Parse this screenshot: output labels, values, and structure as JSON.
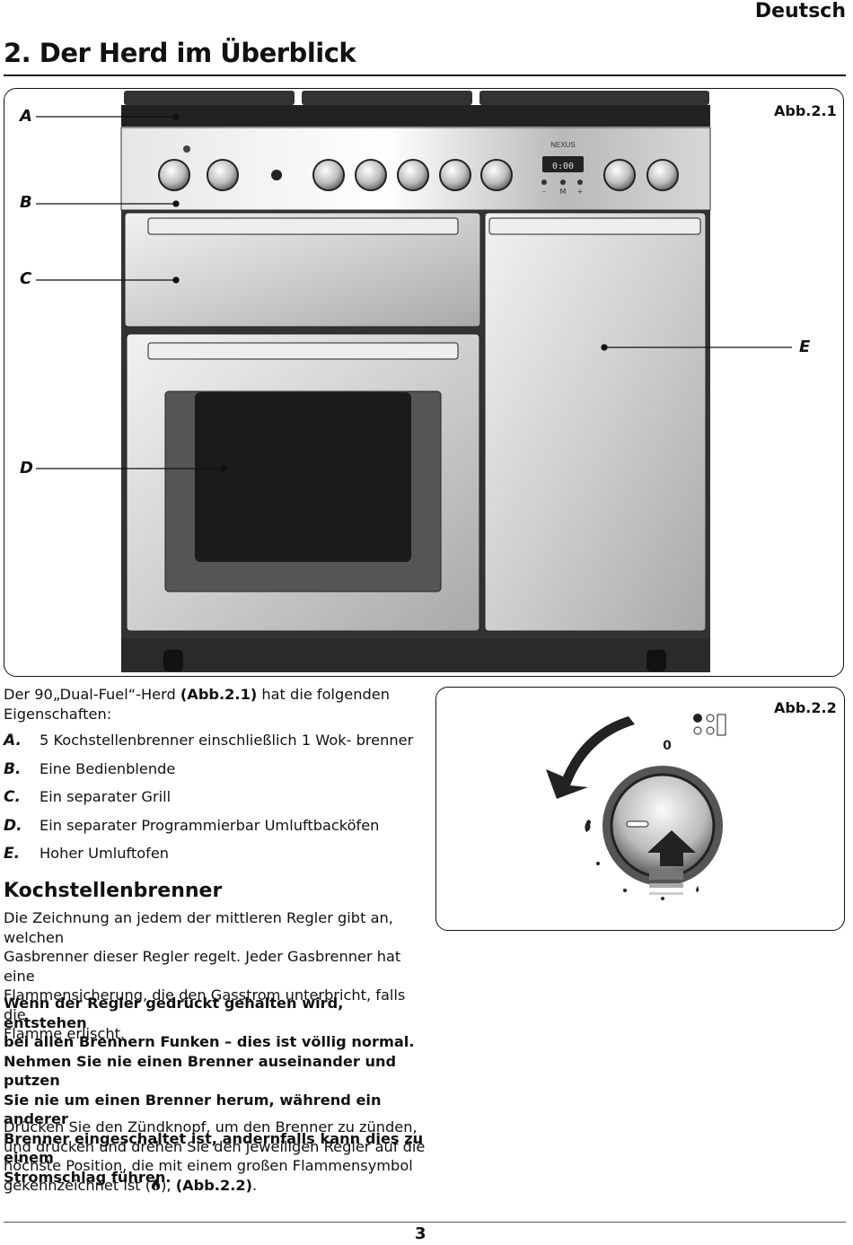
{
  "header": {
    "language": "Deutsch",
    "section_title": "2.  Der Herd im Überblick"
  },
  "figure1": {
    "label": "Abb.2.1",
    "callouts": [
      "A",
      "B",
      "C",
      "D",
      "E"
    ],
    "brand": "NEXUS",
    "display": "0:00",
    "display_buttons": [
      "–",
      "M",
      "+"
    ]
  },
  "figure2": {
    "label": "Abb.2.2",
    "zero": "0"
  },
  "intro": {
    "lead": "Der 90„Dual-Fuel“-Herd ",
    "ref": "(Abb.2.1)",
    "tail": " hat die folgenden",
    "line2": "Eigenschaften:"
  },
  "features": [
    {
      "letter": "A.",
      "text": "5 Kochstellenbrenner einschließlich 1 Wok- brenner"
    },
    {
      "letter": "B.",
      "text": "Eine Bedienblende"
    },
    {
      "letter": "C.",
      "text": "Ein separater Grill"
    },
    {
      "letter": "D.",
      "text": "Ein separater Programmierbar Umluftbacköfen"
    },
    {
      "letter": "E.",
      "text": "Hoher Umluftofen"
    }
  ],
  "section": {
    "heading": "Kochstellenbrenner",
    "para1": [
      "Die Zeichnung an jedem der mittleren Regler gibt an, welchen",
      "Gasbrenner dieser Regler regelt. Jeder Gasbrenner hat eine",
      "Flammensicherung, die den Gasstrom unterbricht, falls die",
      "Flamme erlischt."
    ],
    "warning": [
      "Wenn der Regler gedrückt gehalten wird, entstehen",
      "bei allen Brennern Funken – dies ist völlig normal.",
      "Nehmen Sie nie einen Brenner auseinander und putzen",
      "Sie nie um einen Brenner herum, während ein anderer",
      "Brenner eingeschaltet ist, andernfalls kann dies zu einem",
      "Stromschlag führen."
    ],
    "para2": [
      "Drücken Sie den Zündknopf, um den Brenner zu zünden,",
      "und drücken und drehen Sie den jeweiligen Regler auf die",
      "höchste Position, die mit einem großen Flammensymbol"
    ],
    "para2_last": {
      "text": "gekennzeichnet ist (",
      "close": "), ",
      "ref": "(Abb.2.2)",
      "end": "."
    }
  },
  "footer": {
    "page": "3"
  }
}
